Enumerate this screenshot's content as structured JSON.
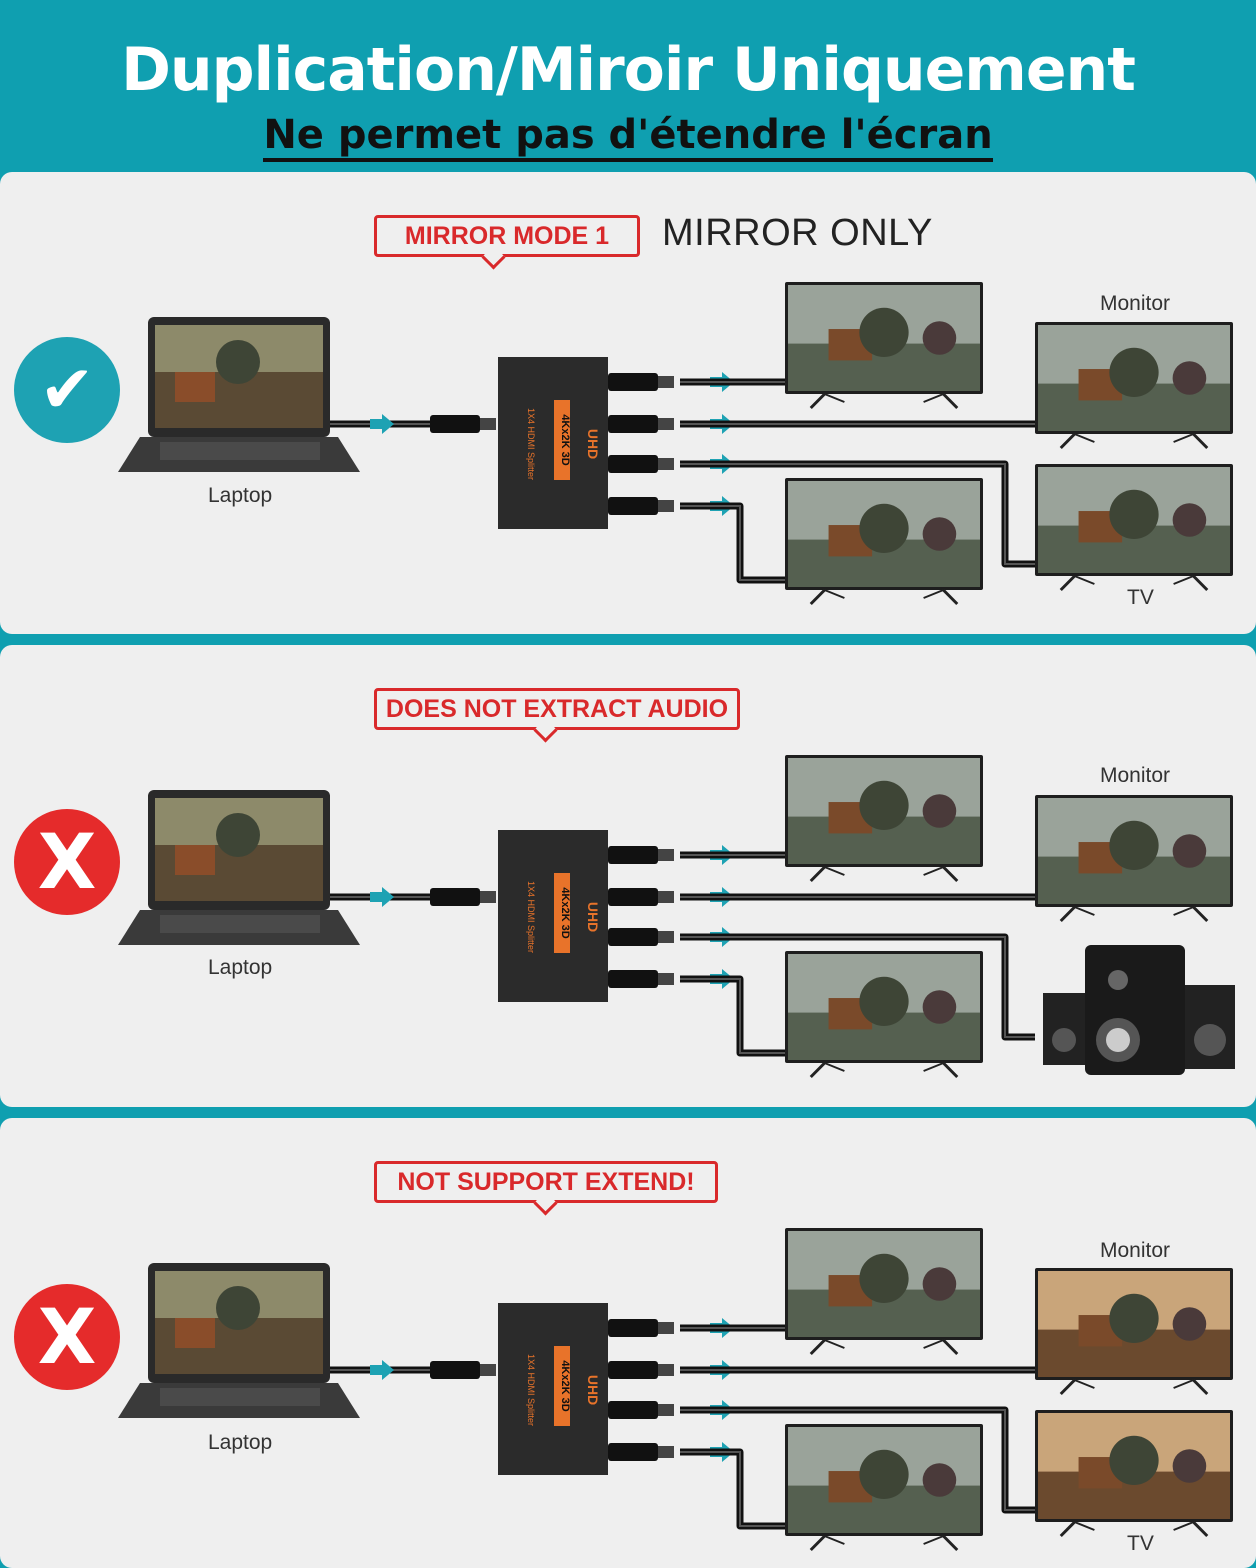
{
  "header": {
    "title": "Duplication/Miroir Uniquement",
    "subtitle": "Ne permet pas d'étendre l'écran"
  },
  "panels": [
    {
      "callout": "MIRROR MODE 1",
      "mode_text": "MIRROR ONLY",
      "status": "check",
      "laptop_label": "Laptop",
      "monitor_label": "Monitor",
      "tv_label": "TV",
      "splitter_text": [
        "UHD",
        "4Kx2K 3D",
        "1X4 HDMI Splitter"
      ]
    },
    {
      "callout": "DOES NOT EXTRACT AUDIO",
      "status": "cross",
      "laptop_label": "Laptop",
      "monitor_label": "Monitor",
      "splitter_text": [
        "UHD",
        "4Kx2K 3D",
        "1X4 HDMI Splitter"
      ]
    },
    {
      "callout": "NOT SUPPORT EXTEND!",
      "status": "cross",
      "laptop_label": "Laptop",
      "monitor_label": "Monitor",
      "tv_label": "TV",
      "splitter_text": [
        "UHD",
        "4Kx2K 3D",
        "1X4 HDMI Splitter"
      ]
    }
  ],
  "icons": {
    "ok": "✔",
    "bad": "X"
  },
  "colors": {
    "teal": "#0f9fb0",
    "red": "#d9292b",
    "orange": "#e8732a"
  }
}
